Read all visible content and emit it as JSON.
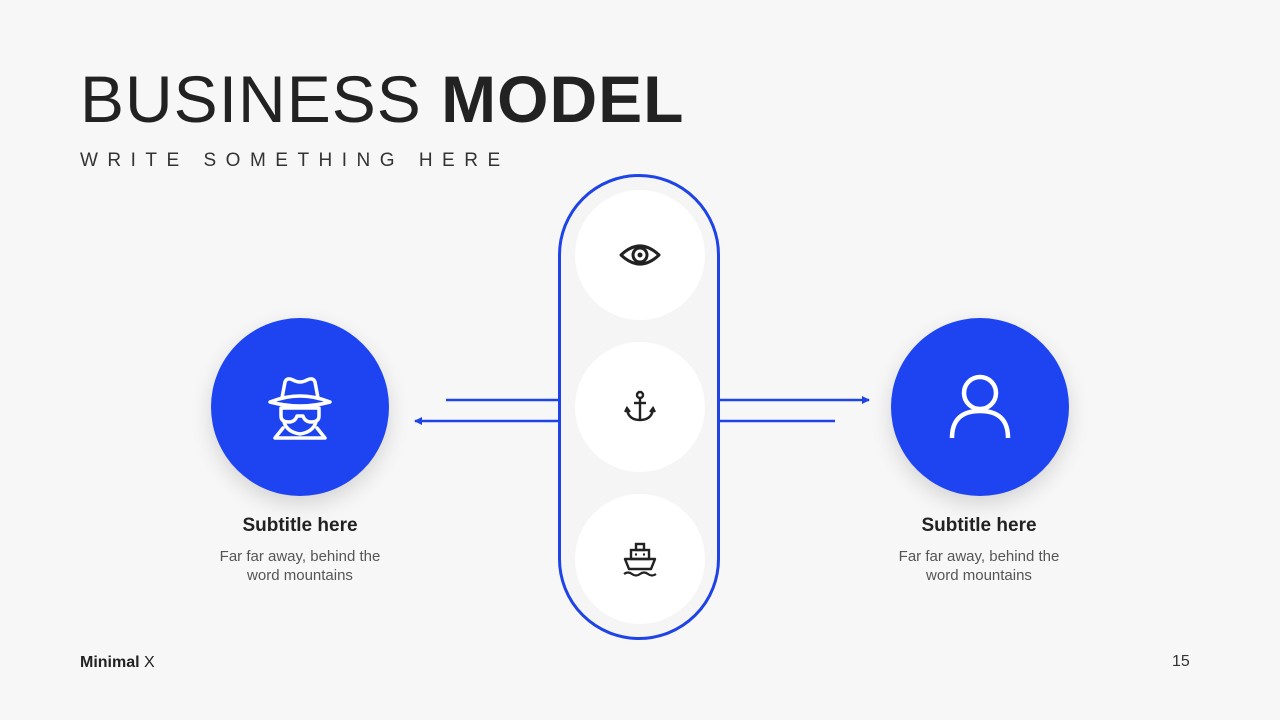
{
  "header": {
    "title_light": "BUSINESS",
    "title_bold": "MODEL",
    "subtitle": "WRITE SOMETHING HERE"
  },
  "center": {
    "icons": [
      "eye-icon",
      "anchor-icon",
      "ship-icon"
    ]
  },
  "left_block": {
    "icon": "spy-icon",
    "title": "Subtitle here",
    "text_line1": "Far far away, behind the",
    "text_line2": "word mountains"
  },
  "right_block": {
    "icon": "user-icon",
    "title": "Subtitle here",
    "text_line1": "Far far away, behind the",
    "text_line2": "word mountains"
  },
  "footer": {
    "brand_bold": "Minimal",
    "brand_light": "X",
    "page_number": "15"
  },
  "colors": {
    "accent": "#1e44f2",
    "background": "#f7f7f7"
  }
}
